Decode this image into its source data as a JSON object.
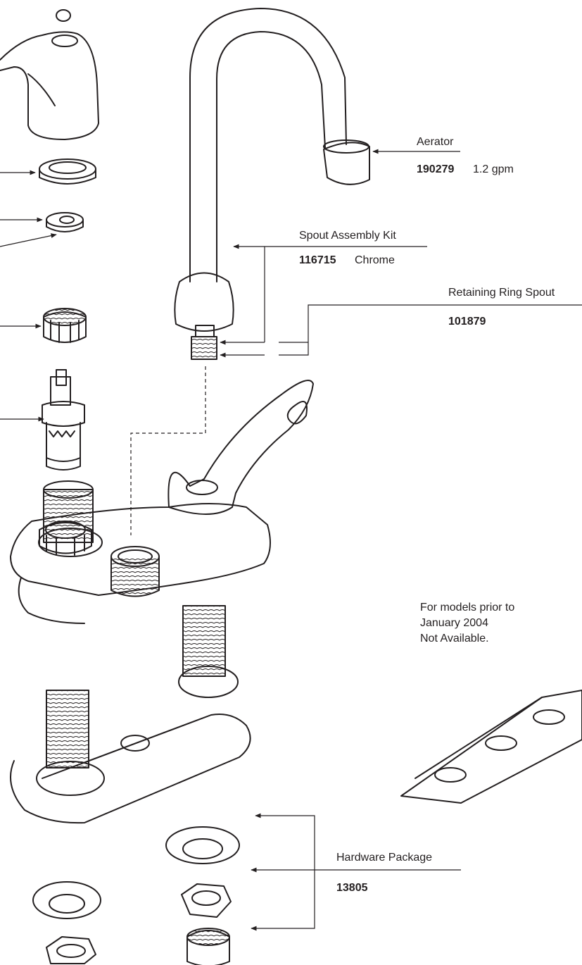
{
  "callouts": {
    "aerator": {
      "title": "Aerator",
      "part_number": "190279",
      "description": "1.2 gpm"
    },
    "spout_assembly": {
      "title": "Spout  Assembly  Kit",
      "part_number": "116715",
      "description": "Chrome"
    },
    "retaining_ring": {
      "title": "Retaining Ring Spout",
      "part_number": "101879"
    },
    "hardware": {
      "title": "Hardware Package",
      "part_number": "13805"
    }
  },
  "note": {
    "line1": "For models prior to",
    "line2": "January 2004",
    "line3": "Not Available."
  }
}
